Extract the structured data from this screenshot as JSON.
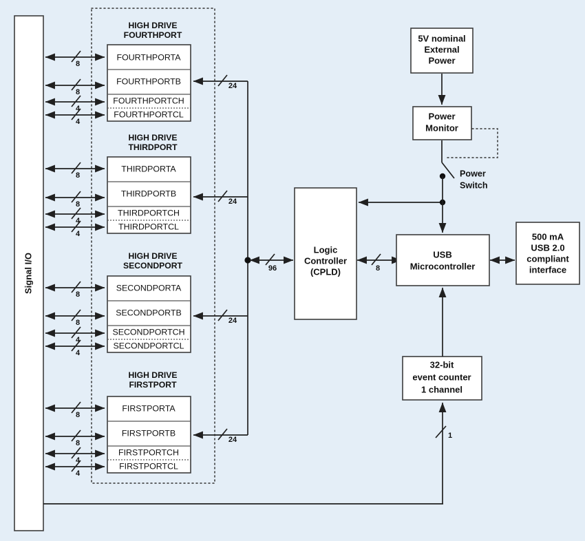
{
  "diagram": {
    "title": "Signal I/O block diagram",
    "background_color": "#e4eef7",
    "box_fill_color": "#ffffff",
    "line_color": "#202020"
  },
  "signal_io": {
    "label": "Signal I/O"
  },
  "port_groups": [
    {
      "header_line1": "HIGH DRIVE",
      "header_line2": "FOURTHPORT",
      "rows": [
        {
          "label": "FOURTHPORTA",
          "width": "8"
        },
        {
          "label": "FOURTHPORTB",
          "width": "8"
        },
        {
          "label": "FOURTHPORTCH",
          "width": "4"
        },
        {
          "label": "FOURTHPORTCL",
          "width": "4"
        }
      ],
      "bus_width": "24"
    },
    {
      "header_line1": "HIGH DRIVE",
      "header_line2": "THIRDPORT",
      "rows": [
        {
          "label": "THIRDPORTA",
          "width": "8"
        },
        {
          "label": "THIRDPORTB",
          "width": "8"
        },
        {
          "label": "THIRDPORTCH",
          "width": "4"
        },
        {
          "label": "THIRDPORTCL",
          "width": "4"
        }
      ],
      "bus_width": "24"
    },
    {
      "header_line1": "HIGH DRIVE",
      "header_line2": "SECONDPORT",
      "rows": [
        {
          "label": "SECONDPORTA",
          "width": "8"
        },
        {
          "label": "SECONDPORTB",
          "width": "8"
        },
        {
          "label": "SECONDPORTCH",
          "width": "4"
        },
        {
          "label": "SECONDPORTCL",
          "width": "4"
        }
      ],
      "bus_width": "24"
    },
    {
      "header_line1": "HIGH DRIVE",
      "header_line2": "FIRSTPORT",
      "rows": [
        {
          "label": "FIRSTPORTA",
          "width": "8"
        },
        {
          "label": "FIRSTPORTB",
          "width": "8"
        },
        {
          "label": "FIRSTPORTCH",
          "width": "4"
        },
        {
          "label": "FIRSTPORTCL",
          "width": "4"
        }
      ],
      "bus_width": "24"
    }
  ],
  "blocks": {
    "logic_controller": {
      "line1": "Logic",
      "line2": "Controller",
      "line3": "(CPLD)"
    },
    "usb_microcontroller": {
      "line1": "USB",
      "line2": "Microcontroller"
    },
    "external_power": {
      "line1": "5V nominal",
      "line2": "External",
      "line3": "Power"
    },
    "power_monitor": {
      "line1": "Power",
      "line2": "Monitor"
    },
    "usb_interface": {
      "line1": "500 mA",
      "line2": "USB 2.0",
      "line3": "compliant",
      "line4": "interface"
    },
    "event_counter": {
      "line1": "32-bit",
      "line2": "event counter",
      "line3": "1 channel"
    }
  },
  "labels": {
    "power_switch_line1": "Power",
    "power_switch_line2": "Switch"
  },
  "bus_widths": {
    "cpld_to_ports": "96",
    "cpld_to_usb": "8",
    "counter_input": "1"
  }
}
